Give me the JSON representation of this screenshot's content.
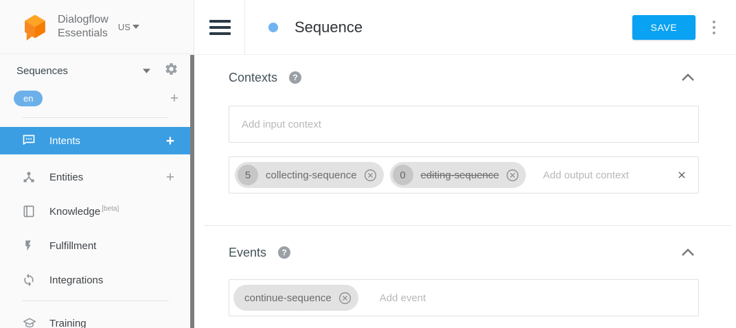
{
  "brand": {
    "line1": "Dialogflow",
    "line2": "Essentials",
    "region": "US"
  },
  "sidebar": {
    "agent_name": "Sequences",
    "language": "en",
    "add_language": "+",
    "items": [
      {
        "label": "Intents",
        "add": "+"
      },
      {
        "label": "Entities",
        "add": "+"
      },
      {
        "label": "Knowledge",
        "beta": "[beta]"
      },
      {
        "label": "Fulfillment"
      },
      {
        "label": "Integrations"
      },
      {
        "label": "Training"
      }
    ]
  },
  "header": {
    "title": "Sequence",
    "save": "SAVE"
  },
  "contexts": {
    "title": "Contexts",
    "help": "?",
    "input_placeholder": "Add input context",
    "output_placeholder": "Add output context",
    "output_chips": [
      {
        "lifespan": "5",
        "name": "collecting-sequence"
      },
      {
        "lifespan": "0",
        "name": "editing-sequence"
      }
    ]
  },
  "events": {
    "title": "Events",
    "help": "?",
    "placeholder": "Add event",
    "chips": [
      {
        "name": "continue-sequence"
      }
    ]
  },
  "colors": {
    "active_nav": "#3b9ee3",
    "save_button": "#0aa2f2",
    "language_chip": "#6cb0ea",
    "logo_orange": "#f57c00"
  }
}
